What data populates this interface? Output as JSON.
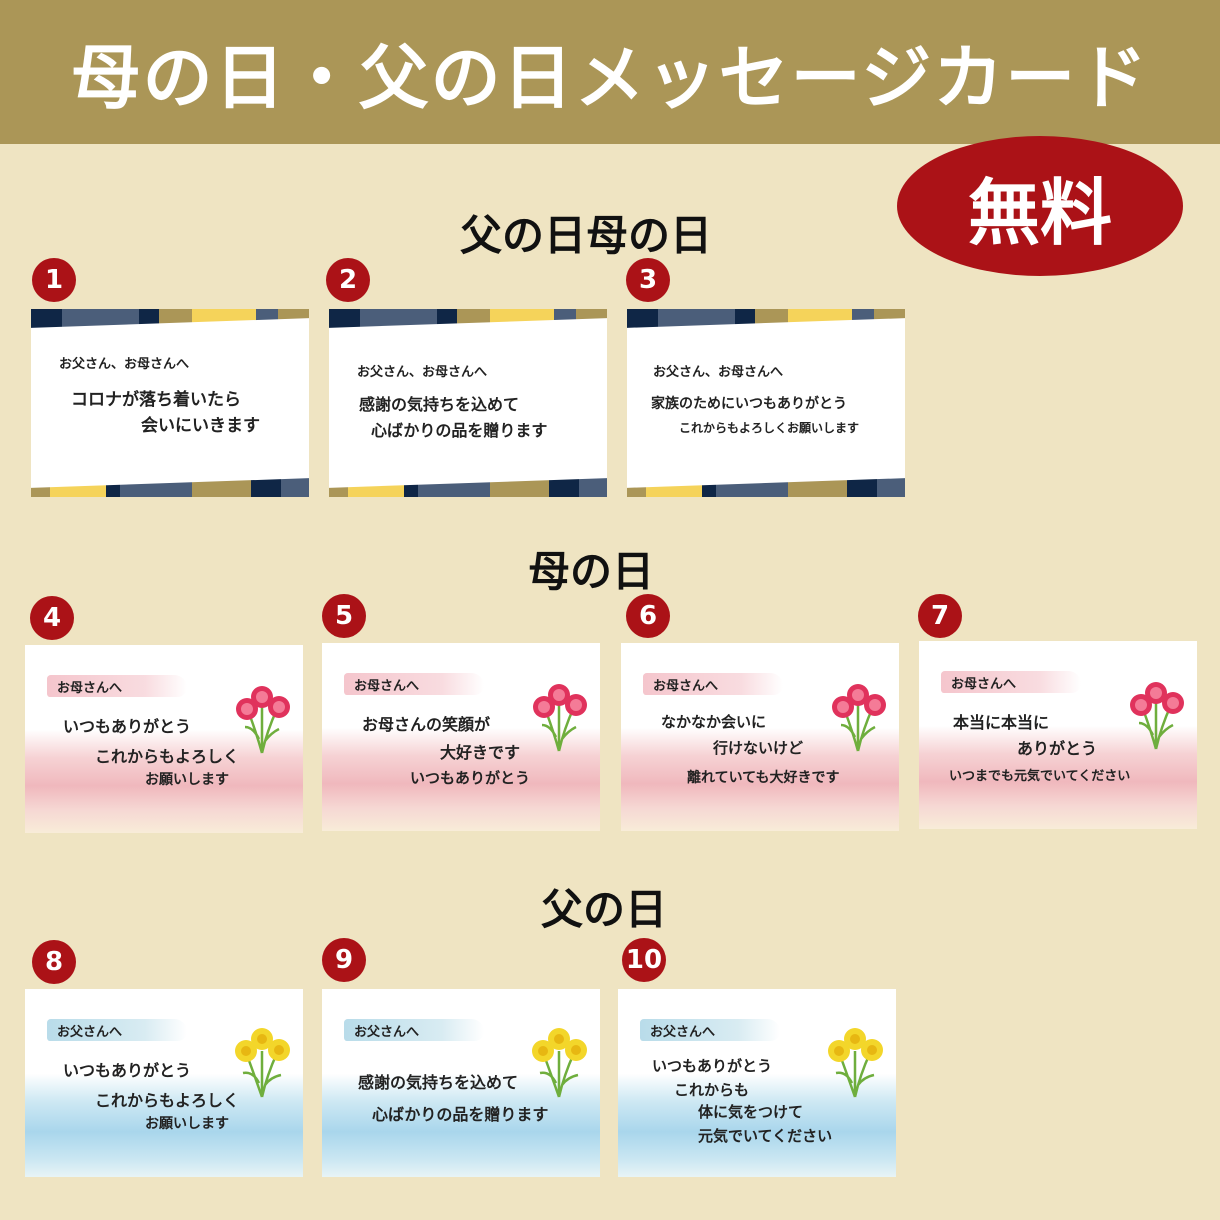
{
  "banner": {
    "title": "母の日・父の日メッセージカード"
  },
  "badge": {
    "label": "無料"
  },
  "sections": {
    "both": "父の日母の日",
    "mother": "母の日",
    "father": "父の日"
  },
  "cards": [
    {
      "number": "1",
      "salutation": "お父さん、お母さんへ",
      "lines": [
        "コロナが落ち着いたら",
        "会いにいきます"
      ]
    },
    {
      "number": "2",
      "salutation": "お父さん、お母さんへ",
      "lines": [
        "感謝の気持ちを込めて",
        "心ばかりの品を贈ります"
      ]
    },
    {
      "number": "3",
      "salutation": "お父さん、お母さんへ",
      "lines": [
        "家族のためにいつもありがとう",
        "これからもよろしくお願いします"
      ]
    },
    {
      "number": "4",
      "salutation": "お母さんへ",
      "lines": [
        "いつもありがとう",
        "これからもよろしく",
        "お願いします"
      ]
    },
    {
      "number": "5",
      "salutation": "お母さんへ",
      "lines": [
        "お母さんの笑顔が",
        "大好きです",
        "いつもありがとう"
      ]
    },
    {
      "number": "6",
      "salutation": "お母さんへ",
      "lines": [
        "なかなか会いに",
        "行けないけど",
        "離れていても大好きです"
      ]
    },
    {
      "number": "7",
      "salutation": "お母さんへ",
      "lines": [
        "本当に本当に",
        "ありがとう",
        "いつまでも元気でいてください"
      ]
    },
    {
      "number": "8",
      "salutation": "お父さんへ",
      "lines": [
        "いつもありがとう",
        "これからもよろしく",
        "お願いします"
      ]
    },
    {
      "number": "9",
      "salutation": "お父さんへ",
      "lines": [
        "感謝の気持ちを込めて",
        "心ばかりの品を贈ります"
      ]
    },
    {
      "number": "10",
      "salutation": "お父さんへ",
      "lines": [
        "いつもありがとう",
        "これからも",
        "体に気をつけて",
        "元気でいてください"
      ]
    }
  ],
  "colors": {
    "banner": "#ab9657",
    "background": "#efe4c2",
    "accent_red": "#ab1217",
    "navy": "#0f2646",
    "slate": "#4b5e7a",
    "gold": "#ab9657",
    "yellow": "#f5d35a",
    "carnation": "#e0325c",
    "rose_yellow": "#f3d62a"
  }
}
